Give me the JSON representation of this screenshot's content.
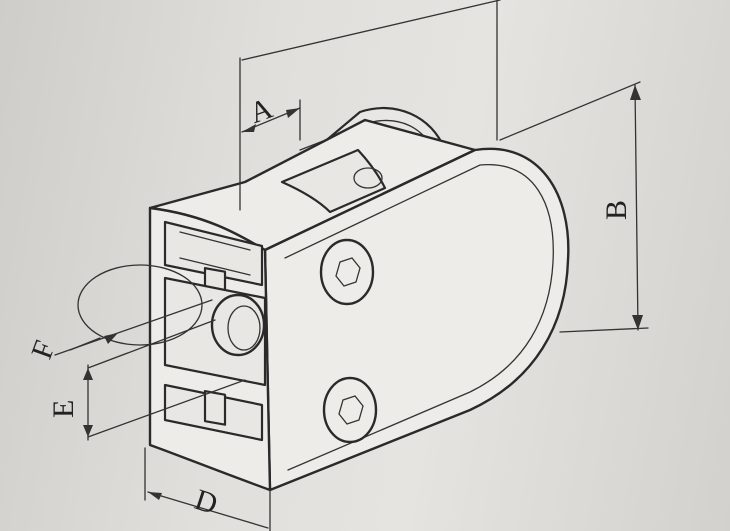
{
  "labels": {
    "a": "A",
    "b": "B",
    "d": "D",
    "e": "E",
    "f": "F"
  },
  "icons": {
    "hex_socket": "hex-socket-screw-icon"
  },
  "colors": {
    "paper": "#e2e0dc",
    "ink": "#2a2a2a"
  }
}
